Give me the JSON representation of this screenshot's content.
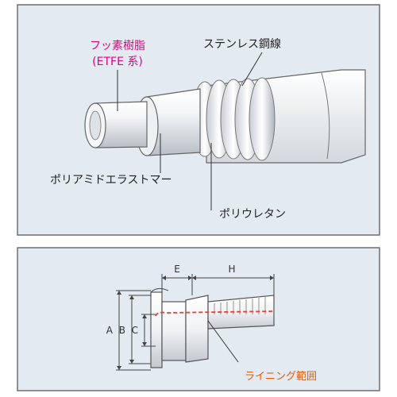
{
  "top_diagram": {
    "labels": {
      "etfe_line1": "フッ素樹脂",
      "etfe_line2": "(ETFE 系)",
      "stainless": "ステンレス鋼線",
      "elastomer": "ポリアミドエラストマー",
      "urethane": "ポリウレタン"
    }
  },
  "bottom_diagram": {
    "dimensions": {
      "a": "A",
      "b": "B",
      "c": "C",
      "e": "E",
      "h": "H"
    },
    "lining_range": "ライニング範囲"
  },
  "colors": {
    "panel_bg": "#e4eaf1",
    "etfe_label": "#e6007e",
    "lining_label": "#e65a00",
    "lining_line": "#e04040"
  }
}
